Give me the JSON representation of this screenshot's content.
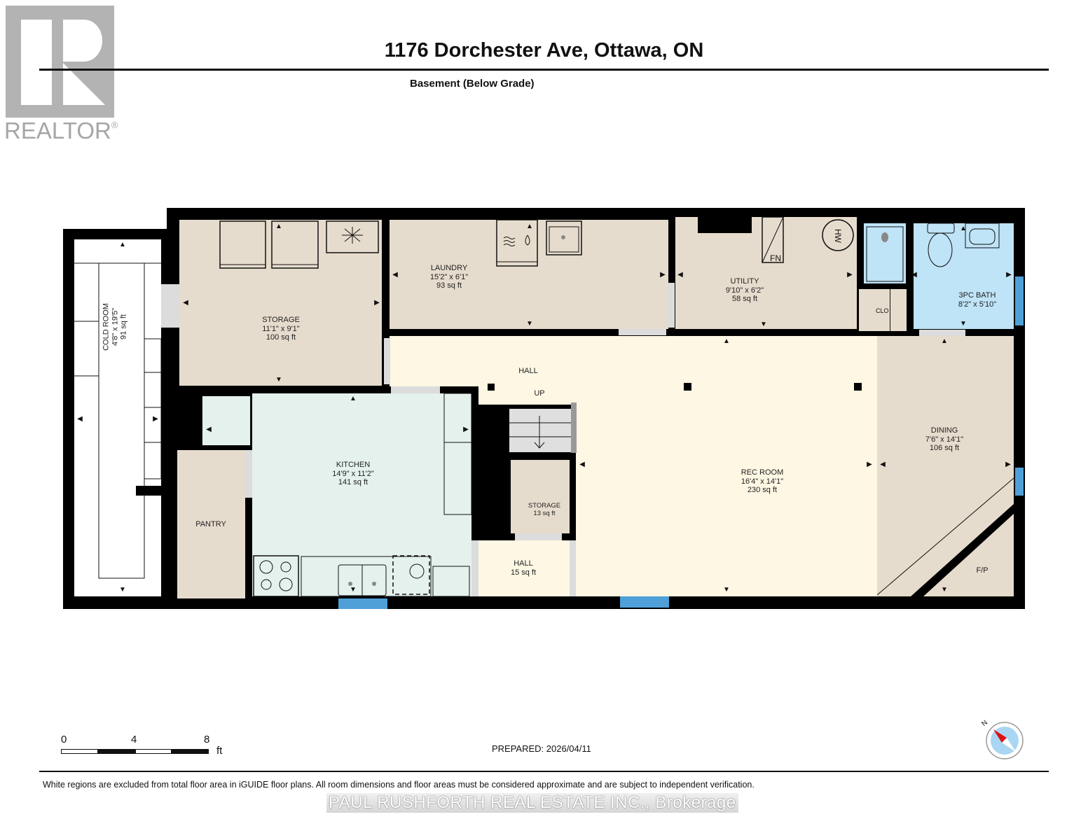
{
  "header": {
    "title": "1176 Dorchester Ave, Ottawa, ON",
    "subtitle": "Basement (Below Grade)"
  },
  "logo": {
    "text": "REALTOR",
    "registered": "®"
  },
  "rooms": {
    "cold_room": {
      "name": "COLD ROOM",
      "dims": "4'8\" x 19'5\"",
      "area": "91 sq ft"
    },
    "storage_main": {
      "name": "STORAGE",
      "dims": "11'1\" x 9'1\"",
      "area": "100 sq ft"
    },
    "laundry": {
      "name": "LAUNDRY",
      "dims": "15'2\" x 6'1\"",
      "area": "93 sq ft"
    },
    "utility": {
      "name": "UTILITY",
      "dims": "9'10\" x 6'2\"",
      "area": "58 sq ft"
    },
    "bath": {
      "name": "3PC BATH",
      "dims": "8'2\" x 5'10\""
    },
    "closet": {
      "name": "CLO"
    },
    "hall_top": {
      "name": "HALL"
    },
    "stairs": {
      "name": "UP"
    },
    "kitchen": {
      "name": "KITCHEN",
      "dims": "14'9\" x 11'2\"",
      "area": "141 sq ft"
    },
    "pantry": {
      "name": "PANTRY"
    },
    "storage_small": {
      "name": "STORAGE",
      "area": "13 sq ft"
    },
    "hall_small": {
      "name": "HALL",
      "area": "15 sq ft"
    },
    "rec_room": {
      "name": "REC ROOM",
      "dims": "16'4\" x 14'1\"",
      "area": "230 sq ft"
    },
    "dining": {
      "name": "DINING",
      "dims": "7'6\" x 14'1\"",
      "area": "106 sq ft"
    },
    "fireplace": {
      "name": "F/P"
    }
  },
  "fixtures": {
    "furnace": "FN",
    "water_heater": "HW"
  },
  "scale": {
    "ticks": [
      "0",
      "4",
      "8"
    ],
    "unit": "ft"
  },
  "prepared": "PREPARED: 2026/04/11",
  "compass": {
    "label": "N"
  },
  "footer": {
    "disclaimer": "White regions are excluded from total floor area in iGUIDE floor plans. All room dimensions and floor areas must be considered approximate and are subject to independent verification.",
    "brokerage": "PAUL RUSHFORTH REAL ESTATE INC., Brokerage"
  },
  "colors": {
    "wall": "#000000",
    "storage_beige": "#e6dccd",
    "rec_cream": "#fdf7e3",
    "kitchen_mint": "#e4f1ec",
    "bath_blue": "#bfe3f7",
    "window_blue": "#4f9fd8",
    "door_gray": "#dcdcdc"
  }
}
